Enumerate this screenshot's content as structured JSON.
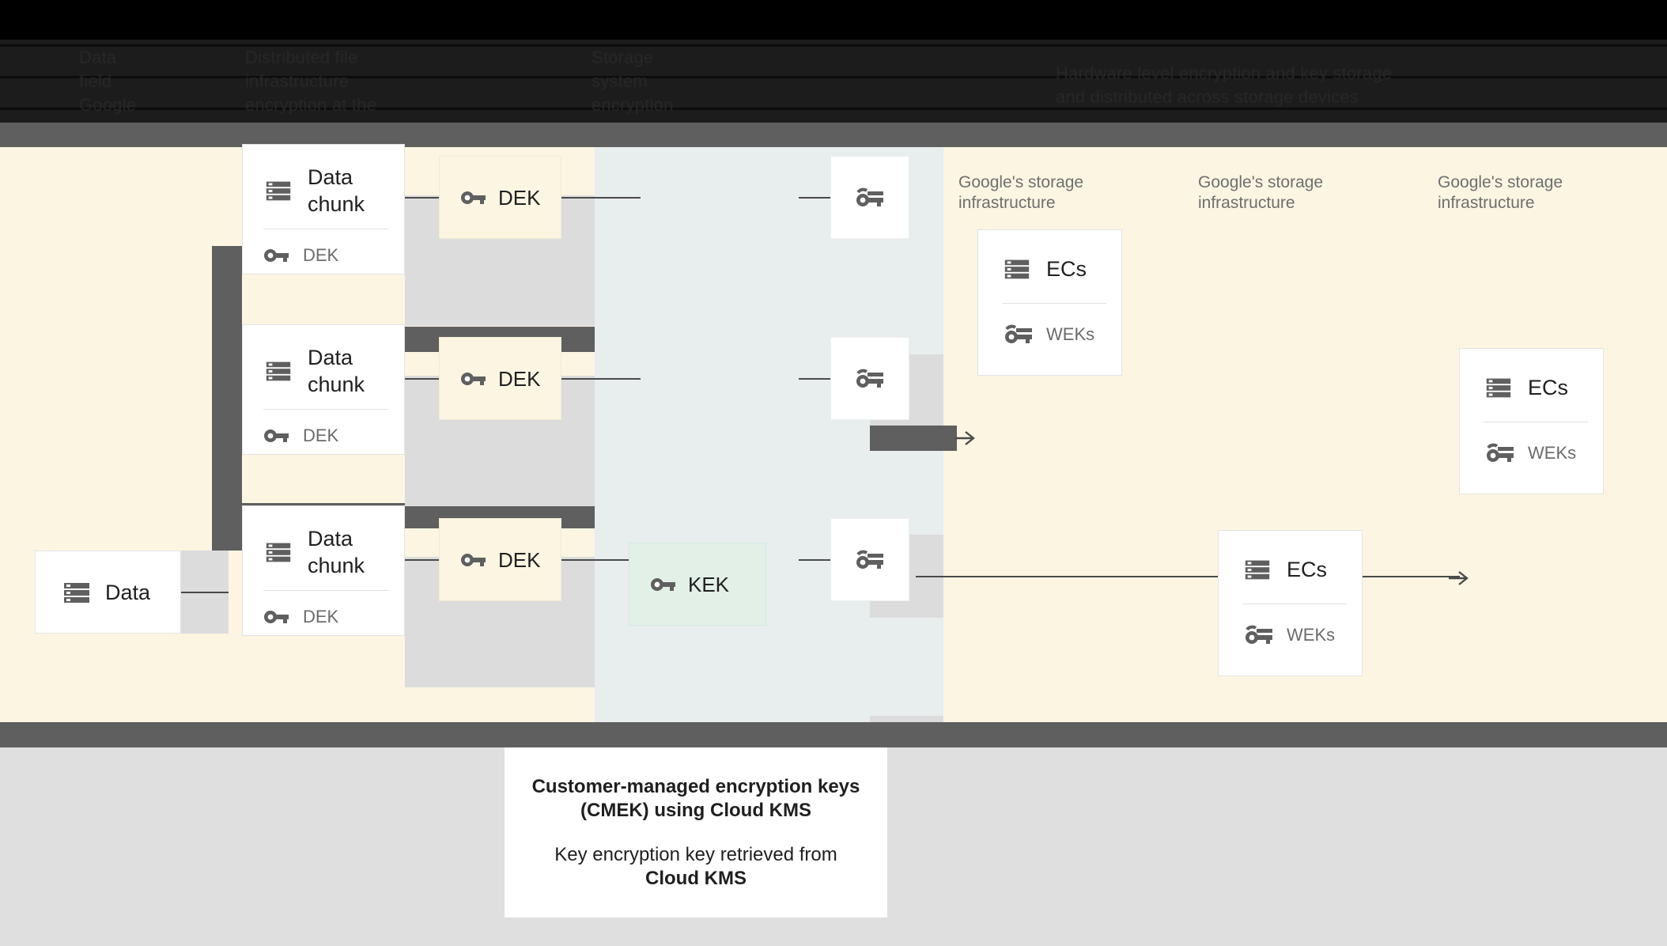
{
  "header": {
    "obscured": true,
    "columns": [
      {
        "name": "header-col-1",
        "text": "Data\nfield\nGoogle"
      },
      {
        "name": "header-col-2",
        "text": "Distributed file\ninfrastructure\nencryption at the"
      },
      {
        "name": "header-col-3",
        "text": "Storage\nsystem\nencryption"
      },
      {
        "name": "header-col-4",
        "text": "Hardware level encryption and key storage\nand distributed across storage devices"
      }
    ]
  },
  "diagram": {
    "type": "encryption-flow",
    "panels": {
      "left_panel_color": "#fcf5e2",
      "mid_panel_color": "#e8edee",
      "right_panel_color": "#fcf5e2",
      "band_color": "#5f5f5f",
      "footer_color": "#dfdfdf"
    },
    "data_node": {
      "label": "Data",
      "icon": "server-icon"
    },
    "chunks": [
      {
        "title": "Data chunk",
        "key_label": "DEK",
        "icon": "server-icon",
        "key_icon": "key-icon"
      },
      {
        "title": "Data chunk",
        "key_label": "DEK",
        "icon": "server-icon",
        "key_icon": "key-icon"
      },
      {
        "title": "Data chunk",
        "key_label": "DEK",
        "icon": "server-icon",
        "key_icon": "key-icon"
      }
    ],
    "deks": [
      {
        "label": "DEK",
        "icon": "key-icon"
      },
      {
        "label": "DEK",
        "icon": "key-icon"
      },
      {
        "label": "DEK",
        "icon": "key-icon"
      }
    ],
    "kek": {
      "label": "KEK",
      "icon": "key-icon",
      "color": "#e2f0e8"
    },
    "wek_boxes": [
      {
        "icon": "double-key-icon"
      },
      {
        "icon": "double-key-icon"
      },
      {
        "icon": "double-key-icon"
      }
    ],
    "infra_labels": [
      {
        "text": "Google's storage infrastructure"
      },
      {
        "text": "Google's storage infrastructure"
      },
      {
        "text": "Google's storage infrastructure"
      }
    ],
    "ecs_cards": [
      {
        "title": "ECs",
        "key_label": "WEKs",
        "icon": "server-icon",
        "key_icon": "double-key-icon"
      },
      {
        "title": "ECs",
        "key_label": "WEKs",
        "icon": "server-icon",
        "key_icon": "double-key-icon"
      },
      {
        "title": "ECs",
        "key_label": "WEKs",
        "icon": "server-icon",
        "key_icon": "double-key-icon"
      }
    ]
  },
  "caption": {
    "line1": "Customer-managed encryption keys (CMEK) using Cloud KMS",
    "line2_prefix": "Key encryption key retrieved from ",
    "line2_strong": "Cloud KMS"
  }
}
